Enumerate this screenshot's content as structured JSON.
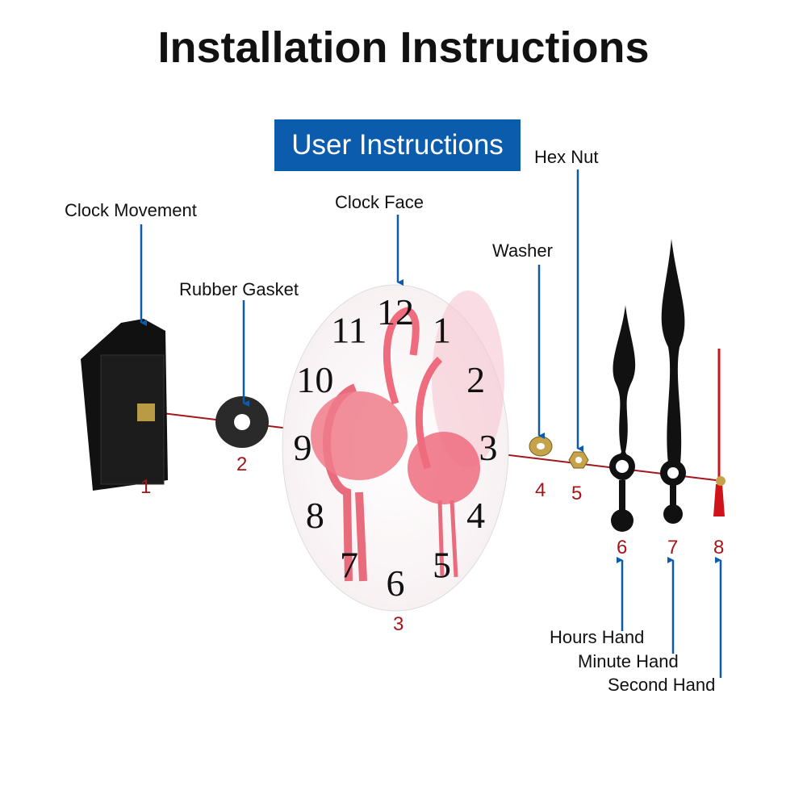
{
  "title": "Installation Instructions",
  "badge": "User Instructions",
  "labels": {
    "clock_movement": "Clock Movement",
    "rubber_gasket": "Rubber Gasket",
    "clock_face": "Clock Face",
    "washer": "Washer",
    "hex_nut": "Hex Nut",
    "hours_hand": "Hours Hand",
    "minute_hand": "Minute Hand",
    "second_hand": "Second Hand"
  },
  "step_numbers": [
    "1",
    "2",
    "3",
    "4",
    "5",
    "6",
    "7",
    "8"
  ],
  "dial_numbers": [
    "12",
    "1",
    "2",
    "3",
    "4",
    "5",
    "6",
    "7",
    "8",
    "9",
    "10",
    "11"
  ],
  "colors": {
    "badge": "#0b5cad",
    "arrow": "#0b5cad",
    "step_number": "#a3171b",
    "axis_line": "#a3171b"
  }
}
